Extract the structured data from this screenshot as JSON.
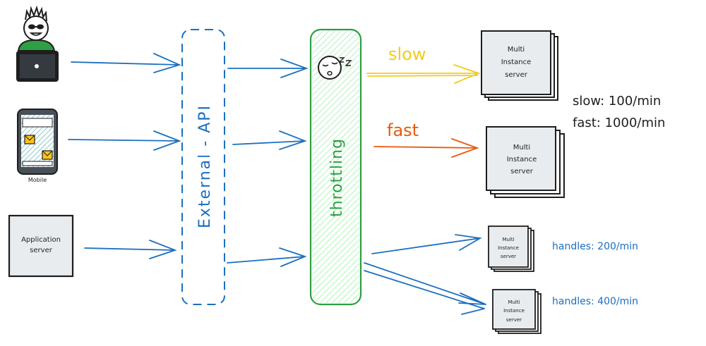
{
  "clients": {
    "mobile_label": "Mobile",
    "app_server_line1": "Application",
    "app_server_line2": "server"
  },
  "gateway": {
    "label": "External - API"
  },
  "throttle": {
    "label": "throttling"
  },
  "routes": {
    "slow_label": "slow",
    "fast_label": "fast"
  },
  "servers": {
    "line1": "Multi",
    "line2": "Instance",
    "line3": "server"
  },
  "limits": {
    "slow": "slow: 100/min",
    "fast": "fast: 1000/min",
    "handles_200": "handles: 200/min",
    "handles_400": "handles: 400/min"
  },
  "colors": {
    "blue": "#1c6fc0",
    "yellow": "#f2cb1d",
    "orange": "#e8590c",
    "green": "#2f9e44",
    "green_fill": "#d3f9d8",
    "gray_fill": "#e9ecef",
    "dark": "#1e1e1e"
  }
}
